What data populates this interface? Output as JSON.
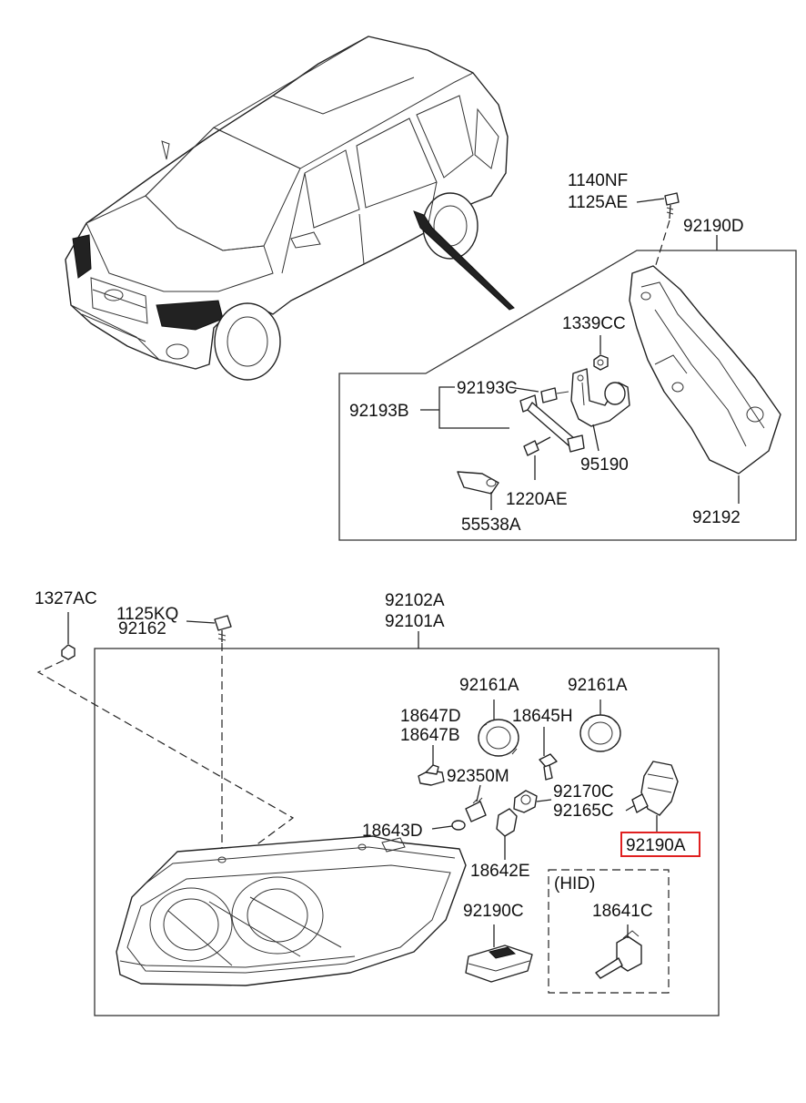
{
  "diagram": {
    "labels": {
      "p1140nf": "1140NF",
      "p1125ae": "1125AE",
      "p92190d": "92190D",
      "p1339cc": "1339CC",
      "p92193c": "92193C",
      "p92193b": "92193B",
      "p95190": "95190",
      "p1220ae": "1220AE",
      "p55538a": "55538A",
      "p92192": "92192",
      "p1327ac": "1327AC",
      "p1125kq": "1125KQ",
      "p92162": "92162",
      "p92102a": "92102A",
      "p92101a": "92101A",
      "p92161a_1": "92161A",
      "p92161a_2": "92161A",
      "p18647d": "18647D",
      "p18647b": "18647B",
      "p18645h": "18645H",
      "p92350m": "92350M",
      "p92170c": "92170C",
      "p92165c": "92165C",
      "p18643d": "18643D",
      "p92190a": "92190A",
      "p18642e": "18642E",
      "hid": "(HID)",
      "p92190c": "92190C",
      "p18641c": "18641C"
    },
    "highlight_color": "#e02020"
  }
}
